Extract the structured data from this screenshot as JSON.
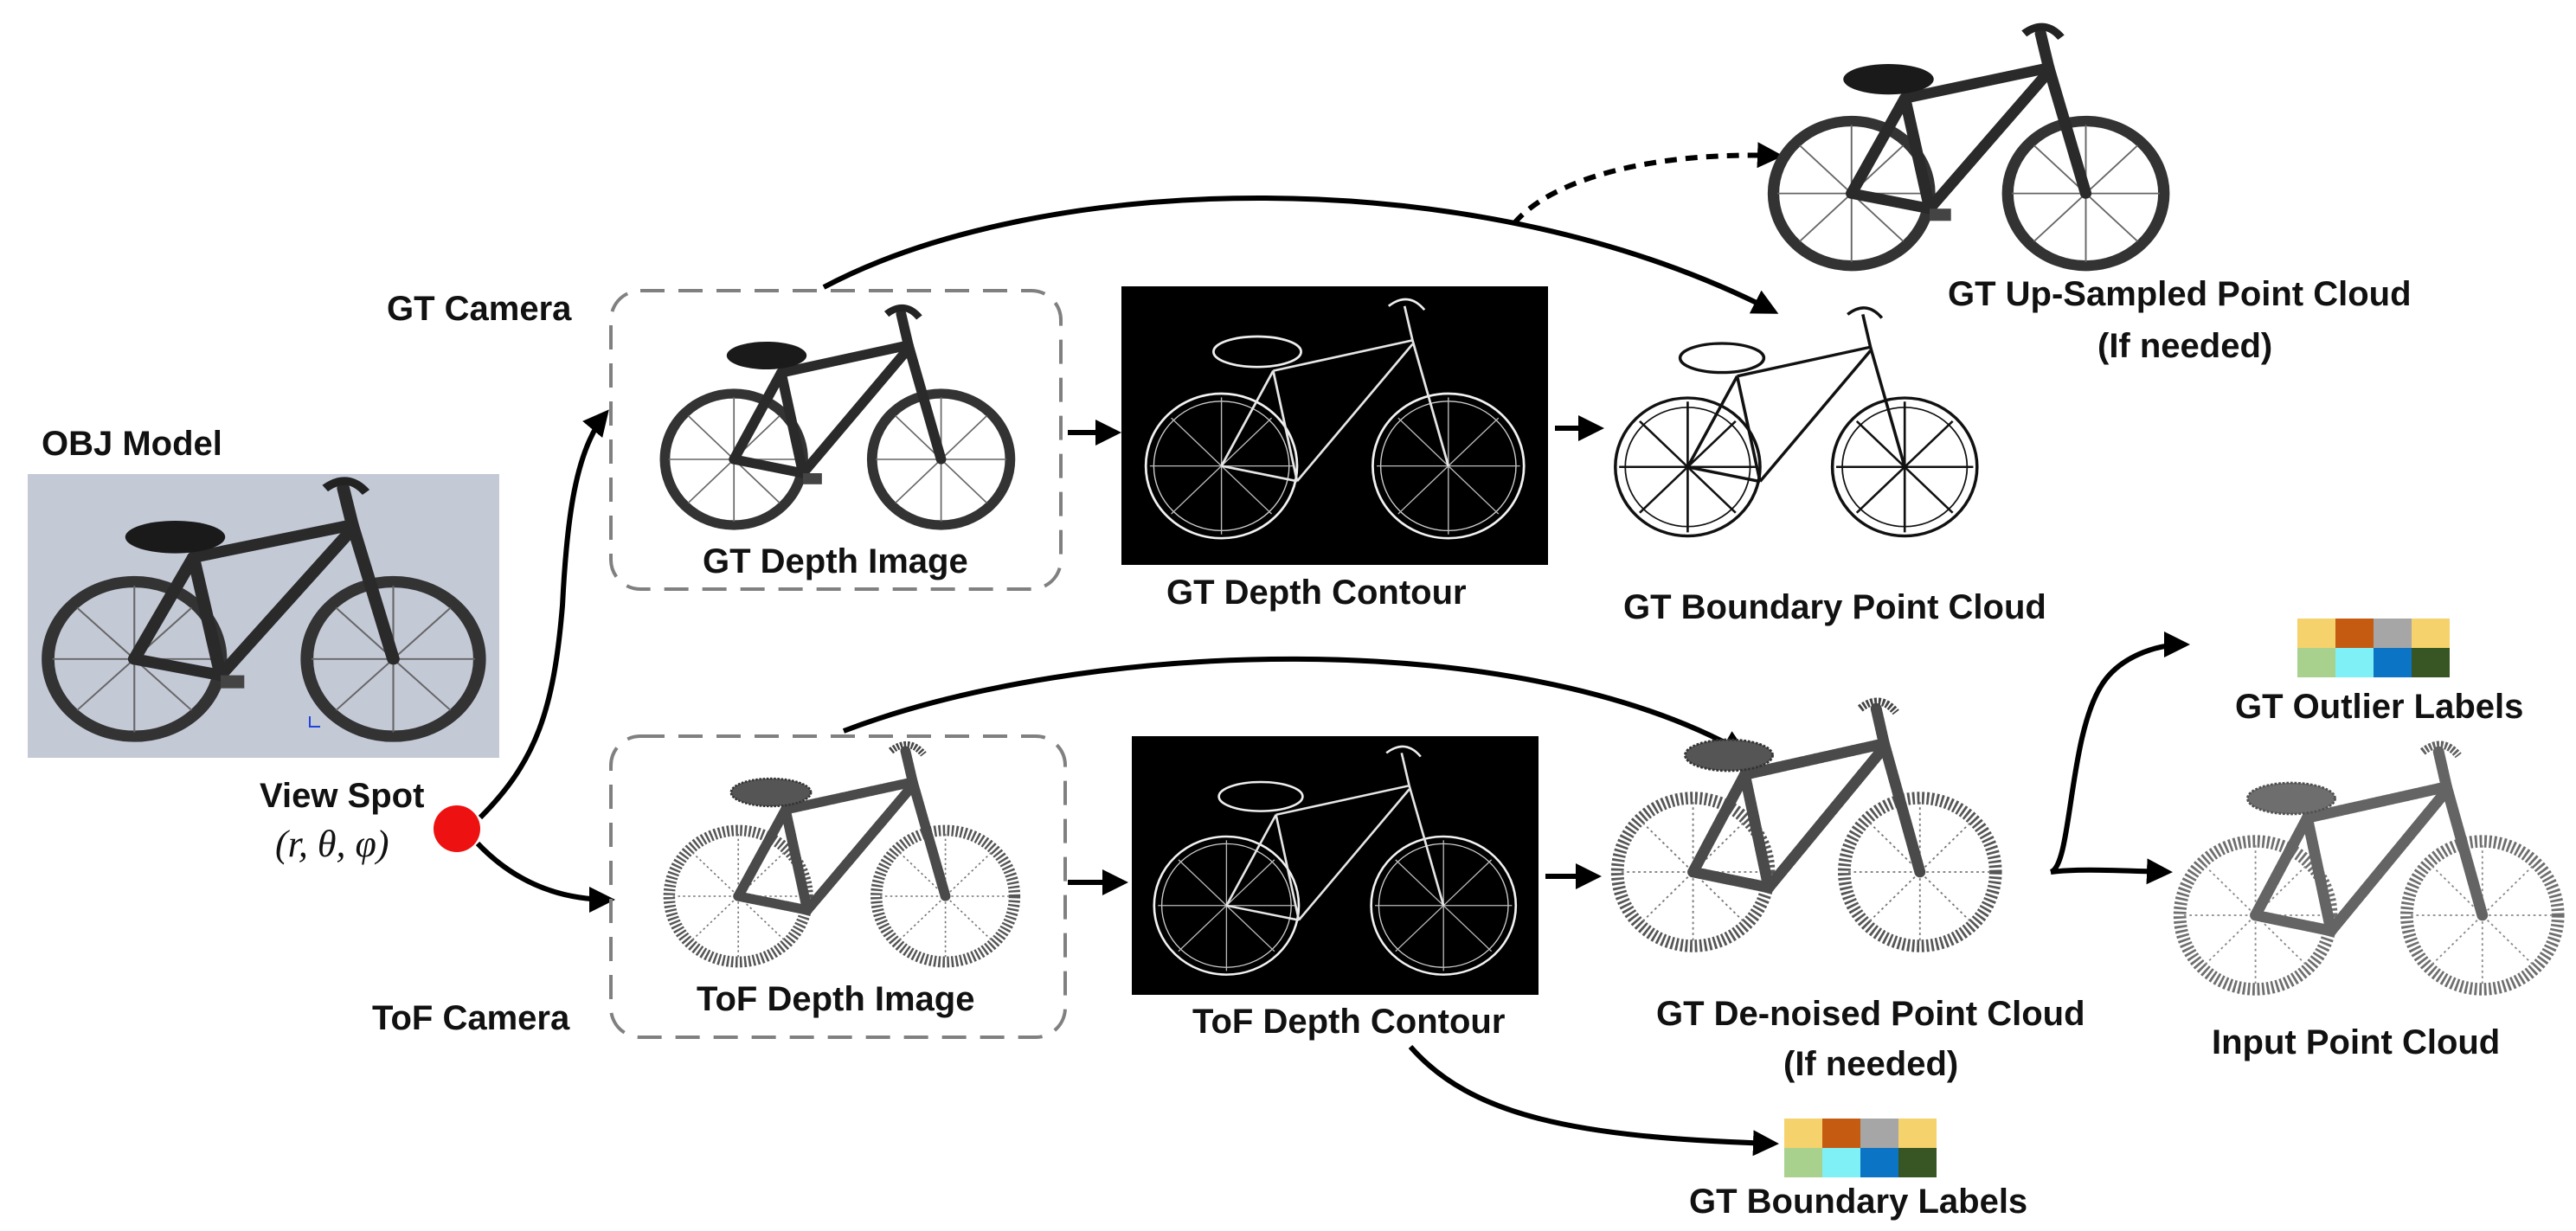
{
  "labels": {
    "obj_model": "OBJ Model",
    "view_spot": "View Spot",
    "view_spot_params": "(r, θ, φ)",
    "gt_camera": "GT Camera",
    "tof_camera": "ToF Camera",
    "gt_depth_image": "GT Depth Image",
    "tof_depth_image": "ToF Depth Image",
    "gt_depth_contour": "GT Depth Contour",
    "tof_depth_contour": "ToF Depth Contour",
    "gt_upsampled_line1": "GT Up-Sampled Point Cloud",
    "gt_upsampled_line2": "(If needed)",
    "gt_boundary_point_cloud": "GT Boundary Point Cloud",
    "gt_denoised_line1": "GT De-noised Point Cloud",
    "gt_denoised_line2": "(If needed)",
    "gt_outlier_labels": "GT Outlier Labels",
    "input_point_cloud": "Input Point Cloud",
    "gt_boundary_labels": "GT Boundary Labels"
  },
  "colors": {
    "view_spot_dot": "#ee1111",
    "obj_panel_bg": "#c4c9d6",
    "contour_panel_bg": "#000000",
    "dashed_box": "#808080",
    "label_palette": [
      "#f5d26b",
      "#c55a11",
      "#a6a6a6",
      "#f5d26b",
      "#a9d18e",
      "#7ff0f5",
      "#0c74c4",
      "#375623"
    ]
  }
}
